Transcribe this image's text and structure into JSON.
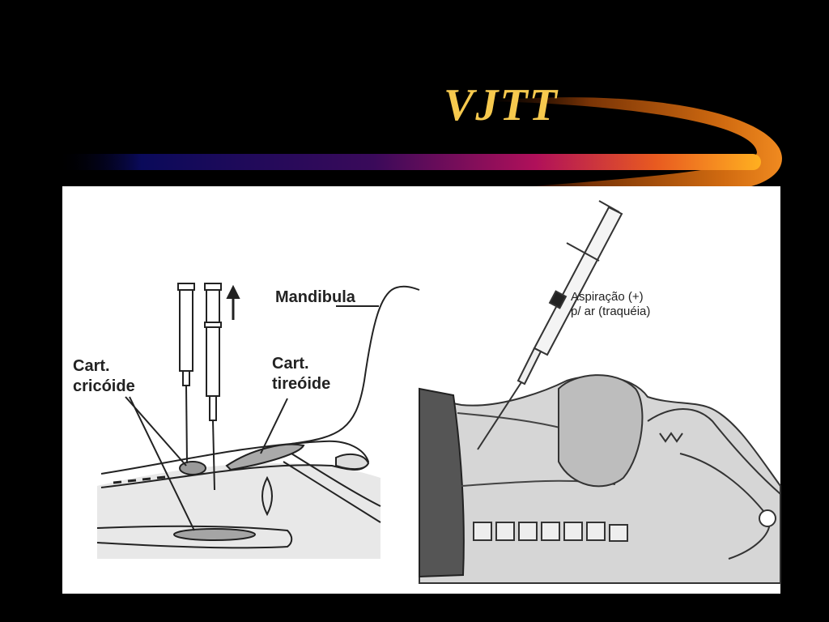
{
  "slide": {
    "title": "VJTT",
    "colors": {
      "background": "#000000",
      "title": "#f6c94e",
      "swoosh": "#e07a10",
      "bar_start": "#0a0a5a",
      "bar_mid": "#b0105a",
      "bar_end": "#ffb020",
      "panel": "#ffffff"
    }
  },
  "figure": {
    "left": {
      "label_cricoide_line1": "Cart.",
      "label_cricoide_line2": "cricóide",
      "label_tireoide_line1": "Cart.",
      "label_tireoide_line2": "tireóide",
      "label_mandibula": "Mandibula"
    },
    "right": {
      "label_aspiracao_line1": "Aspiração (+)",
      "label_aspiracao_line2": "p/ ar (traquéia)"
    }
  }
}
